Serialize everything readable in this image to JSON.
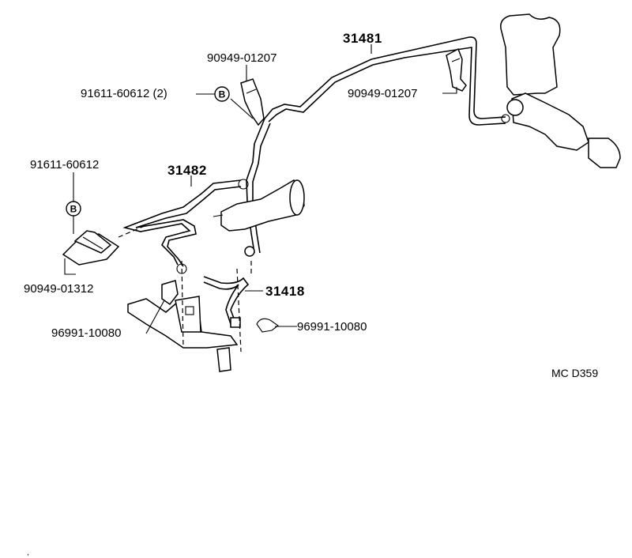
{
  "labels": {
    "p31481": "31481",
    "p90949_01207_top": "90949-01207",
    "p91611_60612_2": "91611-60612 (2)",
    "p90949_01207_right": "90949-01207",
    "p91611_60612": "91611-60612",
    "p31482": "31482",
    "p90949_01312": "90949-01312",
    "p31418": "31418",
    "p96991_10080_left": "96991-10080",
    "p96991_10080_right": "96991-10080",
    "code": "MC D359"
  },
  "bolt_marker": "B"
}
